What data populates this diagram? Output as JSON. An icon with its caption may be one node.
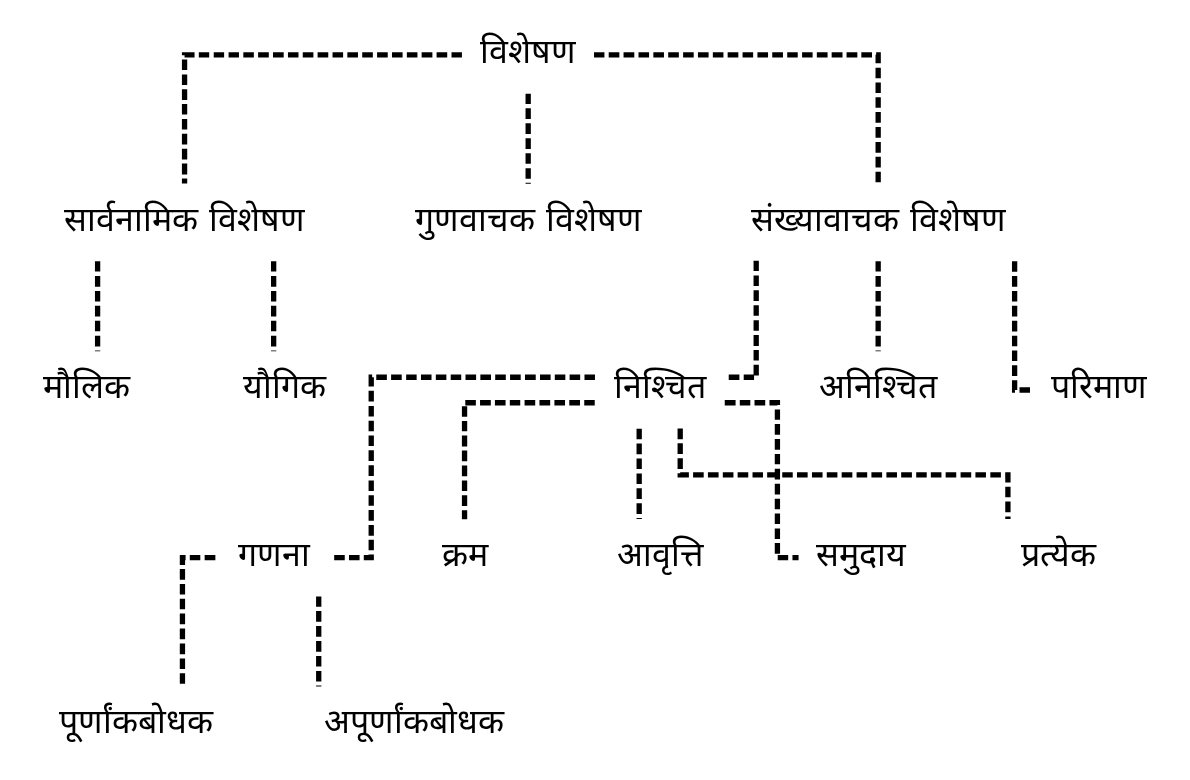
{
  "diagram": {
    "nodes": [
      {
        "text": [
          "विशेषण"
        ]
      },
      {
        "text": [
          "सार्वनामिक विशेषण"
        ]
      },
      {
        "text": [
          "गुणवाचक विशेषण"
        ]
      },
      {
        "text": [
          "संख्यावाचक विशेषण"
        ]
      },
      {
        "text": [
          "मौलिक"
        ]
      },
      {
        "text": [
          "यौगिक"
        ]
      },
      {
        "text": [
          "निश्चित"
        ]
      },
      {
        "text": [
          "अनिश्चित"
        ]
      },
      {
        "text": [
          "परिमाण"
        ]
      },
      {
        "text": [
          "गणना"
        ]
      },
      {
        "text": [
          "क्रम"
        ]
      },
      {
        "text": [
          "आवृत्ति"
        ]
      },
      {
        "text": [
          "समुदाय"
        ]
      },
      {
        "text": [
          "प्रत्येक"
        ]
      },
      {
        "text": [
          "पूर्णांकबोधक"
        ]
      },
      {
        "text": [
          "अपूर्णांकबोधक"
        ]
      }
    ],
    "edges": [
      {
        "from": 0,
        "to": 1,
        "arrow": "none",
        "style": "dashed"
      },
      {
        "from": 0,
        "to": 2,
        "arrow": "none",
        "style": "dashed"
      },
      {
        "from": 0,
        "to": 3,
        "arrow": "none",
        "style": "dashed"
      },
      {
        "from": 1,
        "to": 4,
        "arrow": "none",
        "style": "dashed"
      },
      {
        "from": 1,
        "to": 5,
        "arrow": "none",
        "style": "dashed"
      },
      {
        "from": 3,
        "to": 6,
        "arrow": "none",
        "style": "dashed"
      },
      {
        "from": 3,
        "to": 7,
        "arrow": "none",
        "style": "dashed"
      },
      {
        "from": 3,
        "to": 8,
        "arrow": "none",
        "style": "dashed"
      },
      {
        "from": 6,
        "to": 9,
        "arrow": "none",
        "style": "dashed"
      },
      {
        "from": 6,
        "to": 10,
        "arrow": "none",
        "style": "dashed"
      },
      {
        "from": 6,
        "to": 11,
        "arrow": "none",
        "style": "dashed"
      },
      {
        "from": 6,
        "to": 12,
        "arrow": "none",
        "style": "dashed"
      },
      {
        "from": 6,
        "to": 13,
        "arrow": "none",
        "style": "dashed"
      },
      {
        "from": 9,
        "to": 14,
        "arrow": "none",
        "style": "dashed"
      },
      {
        "from": 9,
        "to": 15,
        "arrow": "none",
        "style": "dashed"
      }
    ]
  }
}
